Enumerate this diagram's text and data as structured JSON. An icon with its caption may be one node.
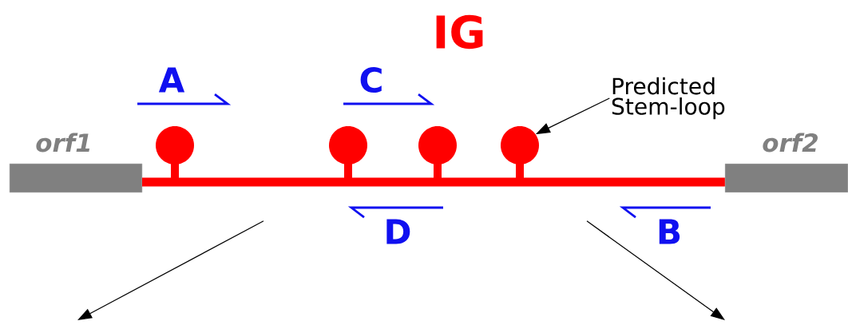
{
  "diagram": {
    "title": "IG",
    "nodes": [
      {
        "text": [
          "orf1"
        ]
      },
      {
        "text": [],
        "shape": "bar"
      },
      {
        "text": [],
        "shape": "circle"
      },
      {
        "text": [],
        "shape": "circle"
      },
      {
        "text": [],
        "shape": "circle"
      },
      {
        "text": [],
        "shape": "circle"
      },
      {
        "text": [
          "Predicted Stem-loop"
        ]
      },
      {
        "text": [
          "orf2"
        ]
      }
    ],
    "edges": [
      {
        "from": 6,
        "to": 5,
        "arrow": "to"
      },
      {
        "from": 1,
        "to": null,
        "arrow": "to"
      },
      {
        "from": 1,
        "to": null,
        "arrow": "to"
      }
    ],
    "labels": [
      "A",
      "C",
      "D",
      "B"
    ]
  }
}
